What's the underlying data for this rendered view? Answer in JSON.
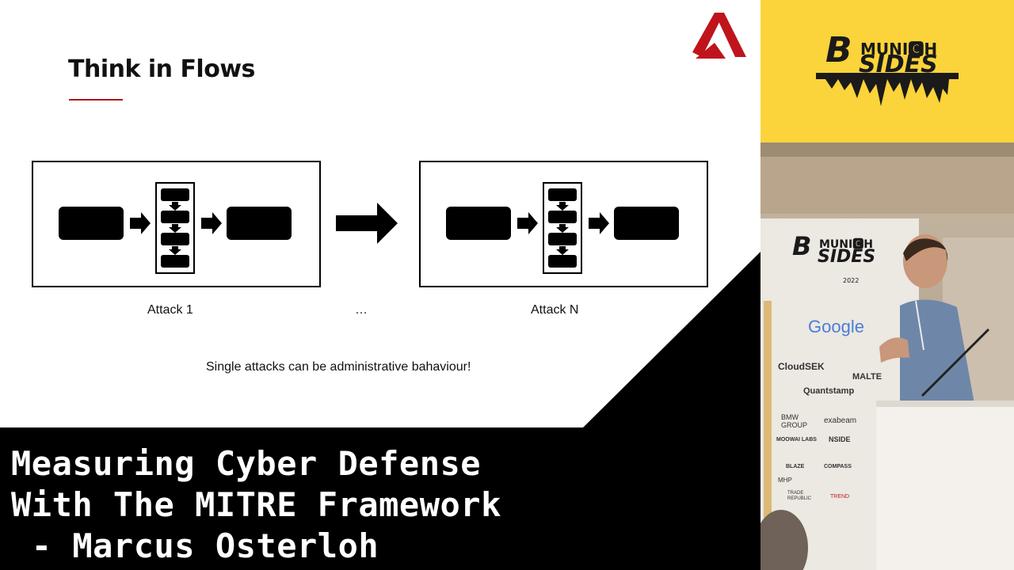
{
  "slide": {
    "title": "Think in Flows",
    "captions": {
      "attack_first": "Attack 1",
      "ellipsis": "…",
      "attack_last": "Attack N"
    },
    "note": "Single attacks can be administrative bahaviour!"
  },
  "video_title": {
    "line1": "Measuring Cyber Defense",
    "line2": "With The MITRE Framework",
    "line3": " - Marcus Osterloh"
  },
  "event": {
    "logo_prefix": "B",
    "logo_city": "MUNI🅲H",
    "logo_suffix": "SIDES",
    "year": "2022"
  },
  "sponsors": [
    "Google",
    "CloudSEK",
    "MALTE",
    "Quantstamp",
    "BMW GROUP",
    "exabeam",
    "MOOWAI LABS",
    "NSIDE",
    "BLAZE",
    "COMPASS",
    "MHP",
    "TRADE REPUBLIC",
    "TREND"
  ],
  "colors": {
    "accent_red": "#b3131b",
    "banner_yellow": "#fbd33a"
  }
}
